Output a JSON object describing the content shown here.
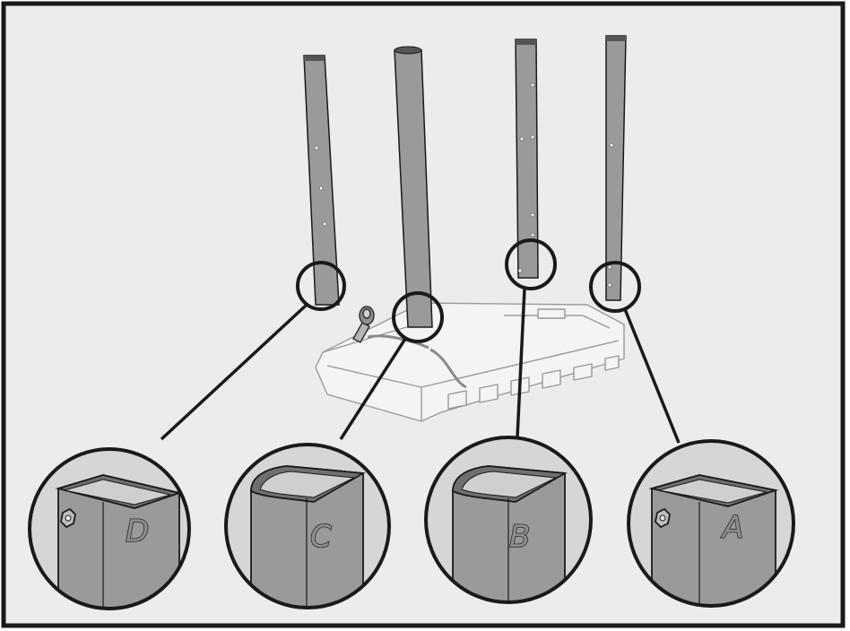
{
  "callouts": [
    {
      "label": "D",
      "part": "square-leg"
    },
    {
      "label": "C",
      "part": "d-shaped-leg"
    },
    {
      "label": "B",
      "part": "d-shaped-leg"
    },
    {
      "label": "A",
      "part": "square-leg"
    }
  ],
  "colors": {
    "background": "#ececec",
    "leg_fill": "#9a9a9a",
    "leg_dark": "#7d7d7d",
    "outline": "#1a1a1a",
    "grill_fill": "#f4f4f4",
    "bubble_fill": "#d2d2d2"
  }
}
